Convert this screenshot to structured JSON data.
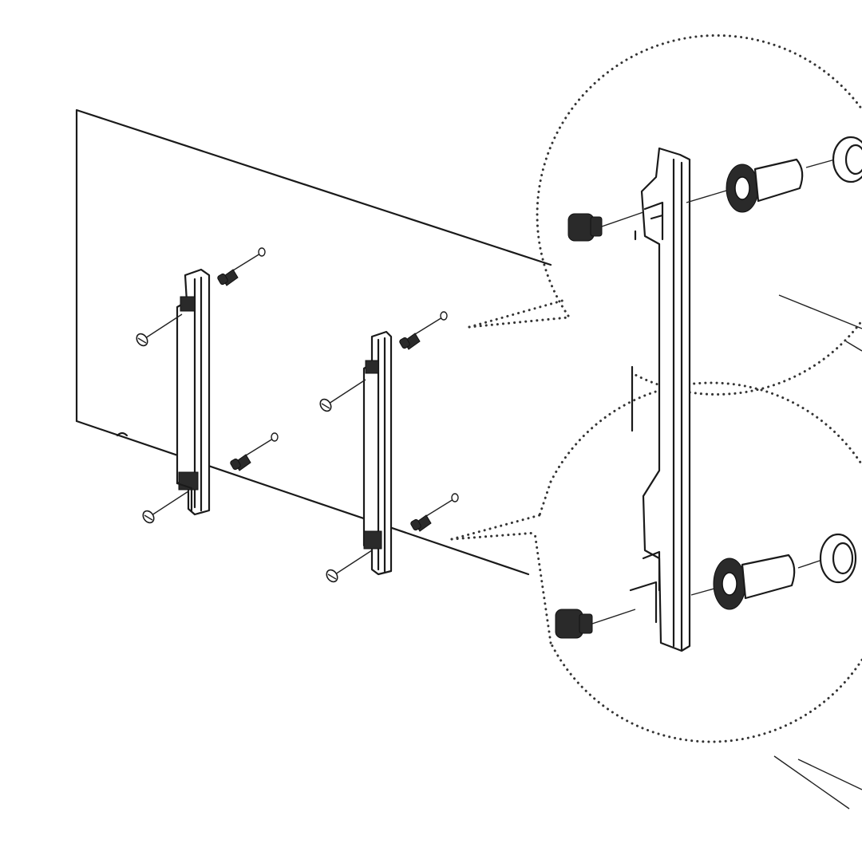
{
  "diagram": {
    "kind": "wall-mount-bracket-assembly",
    "colors": {
      "line": "#1a1a1a",
      "background": "#ffffff",
      "fill_dark": "#2a2a2a"
    },
    "parts": {
      "panel": "tv-back-panel",
      "brackets": [
        "left-bracket",
        "center-bracket"
      ],
      "detail_views": [
        "upper-detail-circle",
        "lower-detail-circle"
      ],
      "fasteners": [
        "bolt",
        "spacer",
        "washer",
        "small-screw"
      ]
    }
  }
}
